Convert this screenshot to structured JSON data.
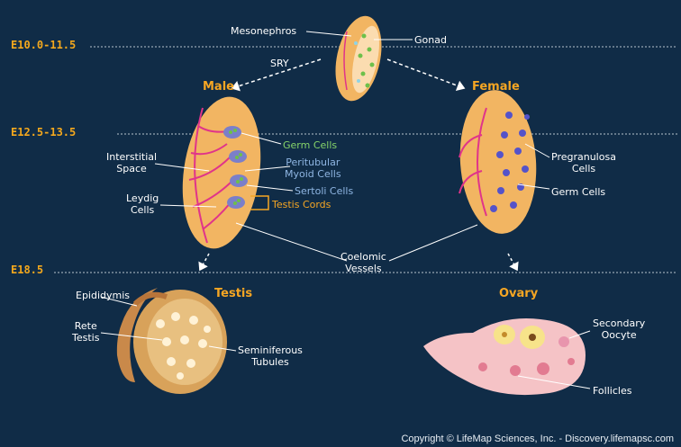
{
  "stages": [
    "E10.0-11.5",
    "E12.5-13.5",
    "E18.5"
  ],
  "top": {
    "mesonephros": "Mesonephros",
    "gonad": "Gonad",
    "sry": "SRY"
  },
  "male": {
    "title": "Male",
    "germ_cells": "Germ Cells",
    "interstitial_space": "Interstitial\nSpace",
    "peritubular": "Peritubular\nMyoid Cells",
    "leydig": "Leydig\nCells",
    "sertoli": "Sertoli Cells",
    "testis_cords": "Testis Cords"
  },
  "female": {
    "title": "Female",
    "pregranulosa": "Pregranulosa\nCells",
    "germ_cells": "Germ Cells"
  },
  "coelomic": "Coelomic\nVessels",
  "testis": {
    "title": "Testis",
    "epididymis": "Epididymis",
    "rete": "Rete\nTestis",
    "seminiferous": "Seminiferous\nTubules"
  },
  "ovary": {
    "title": "Ovary",
    "secondary_oocyte": "Secondary\nOocyte",
    "follicles": "Follicles"
  },
  "copyright": "Copyright © LifeMap Sciences, Inc. - Discovery.lifemapsc.com",
  "colors": {
    "background": "#102c47",
    "tissue": "#f2b562",
    "vessel": "#e0348a",
    "germ_green": "#6dc04a",
    "germ_blue": "#5553c9",
    "label_orange": "#f6a623"
  }
}
